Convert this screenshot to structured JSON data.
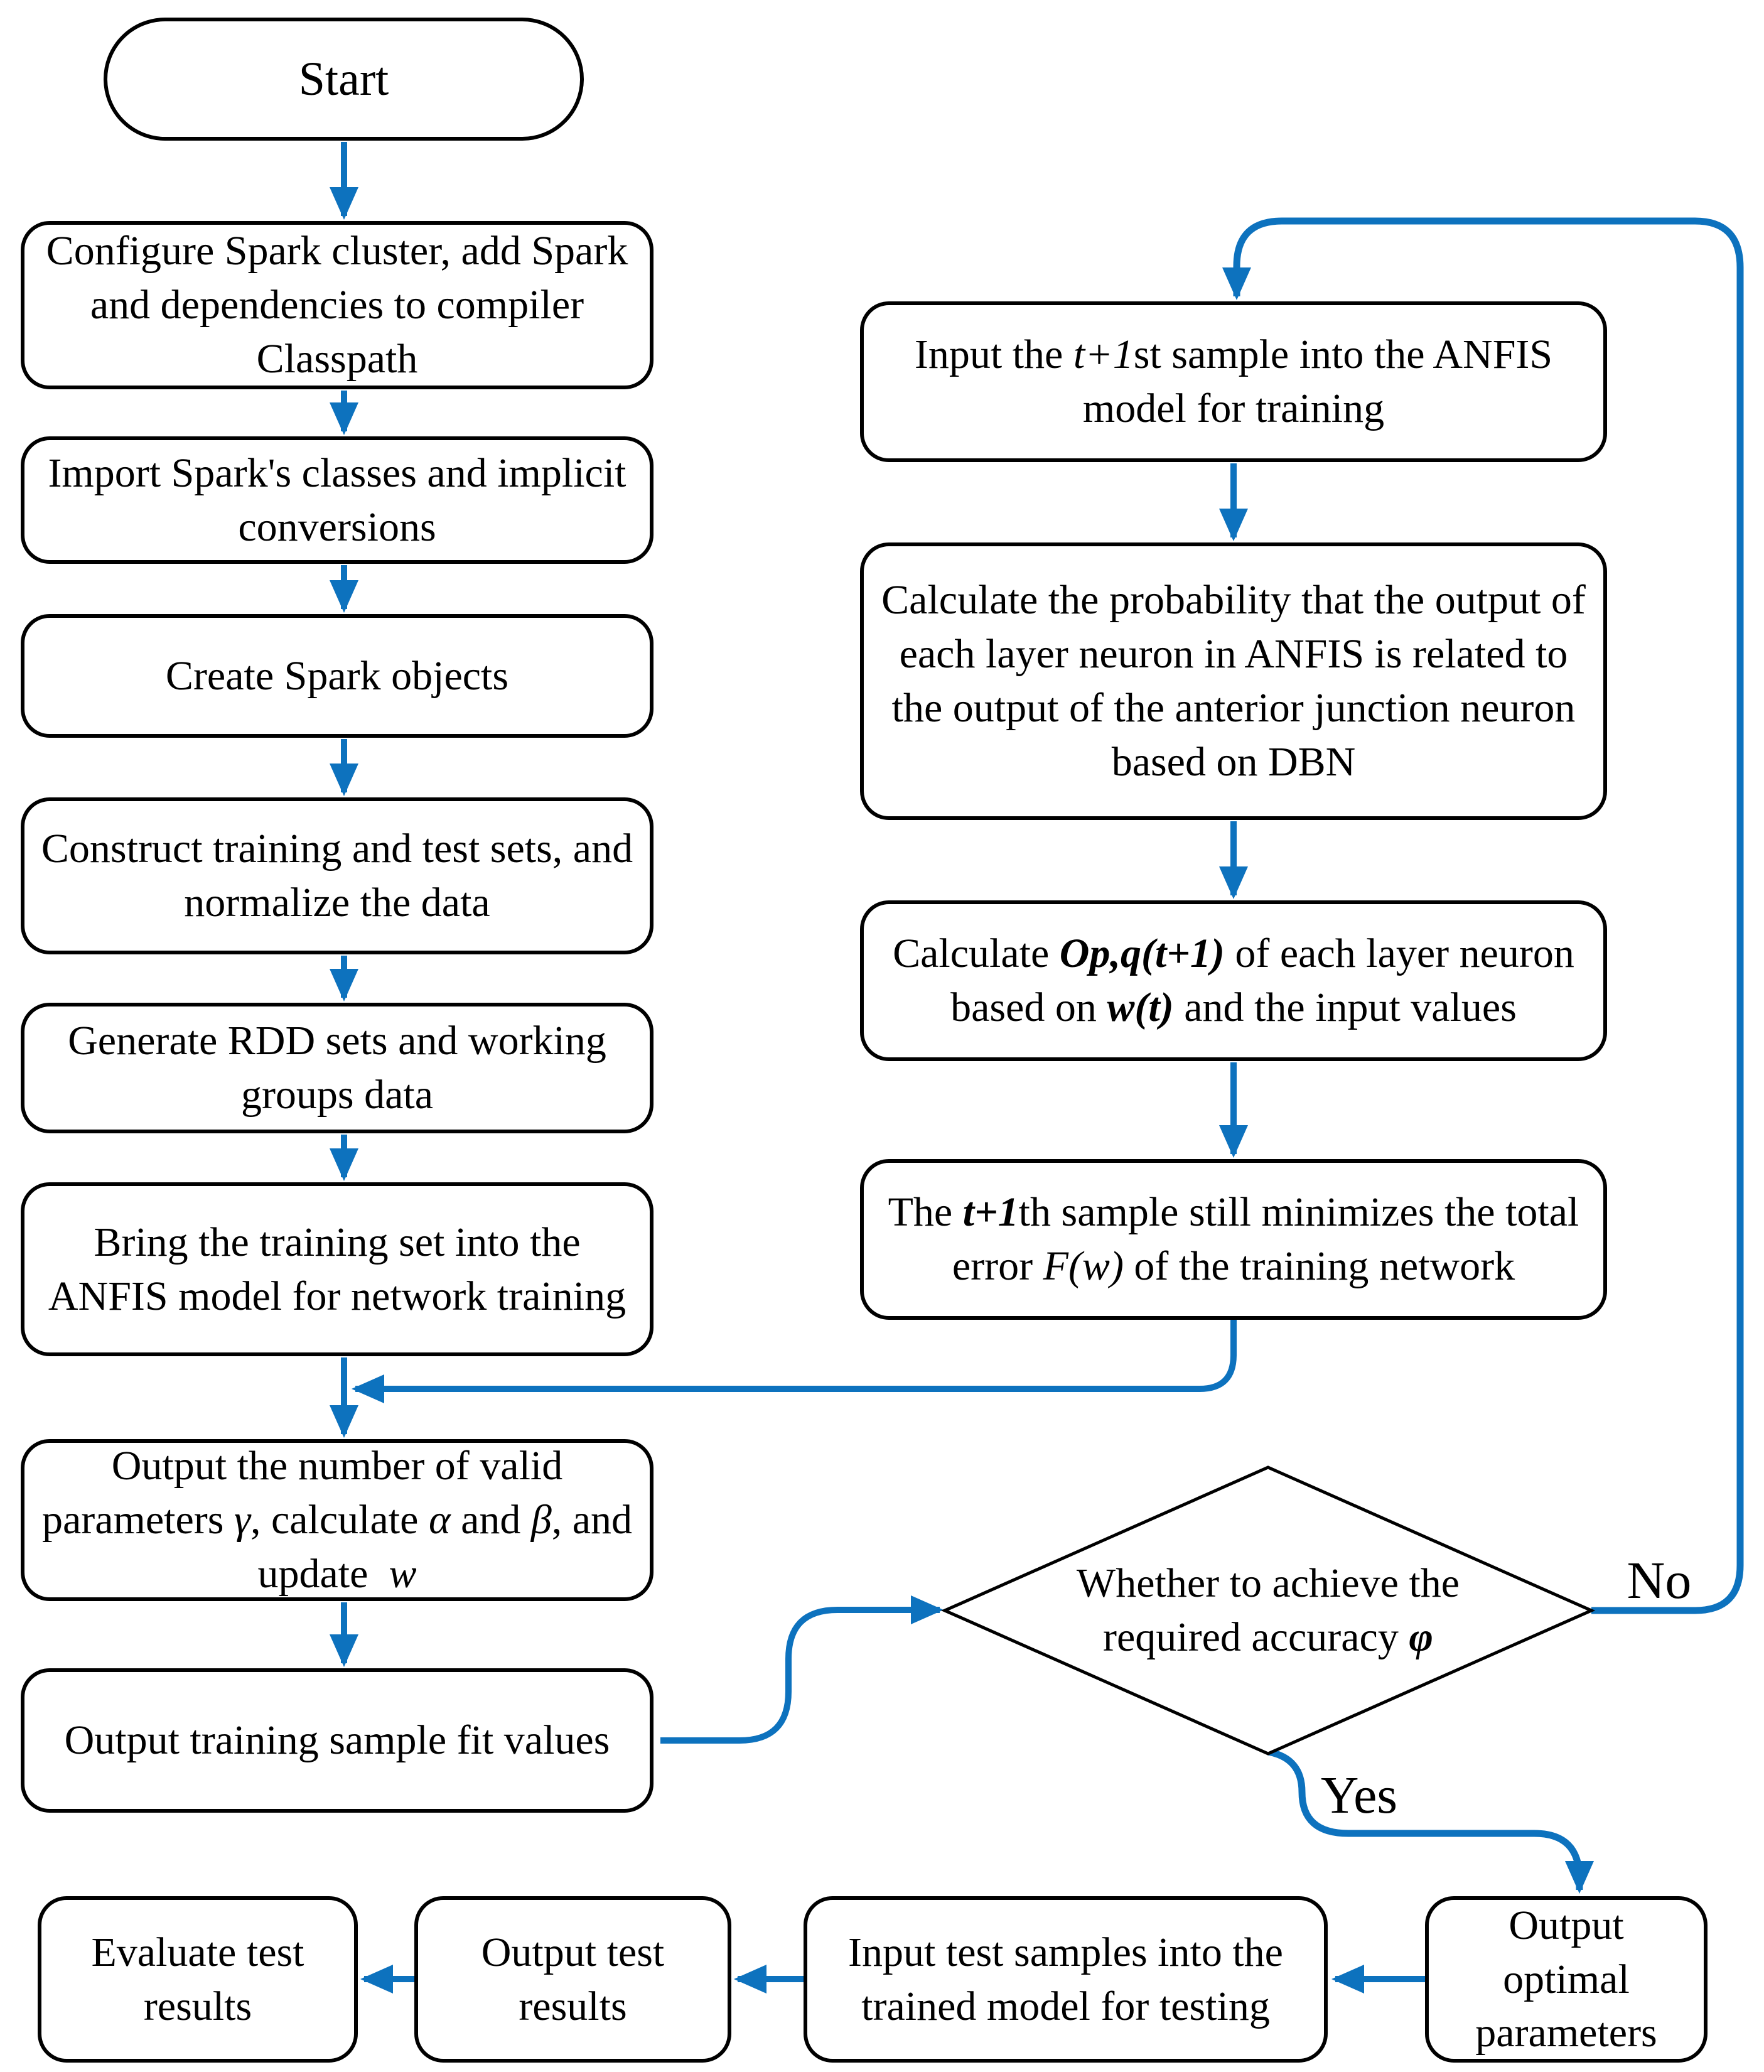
{
  "figure": {
    "type": "flowchart",
    "description": "Spark + DBN-ANFIS training and testing procedure flowchart"
  },
  "colors": {
    "arrow": "#0d72be",
    "node_border": "#000000",
    "node_fill": "#ffffff",
    "text": "#000000"
  },
  "labels": {
    "yes": "Yes",
    "no": "No"
  },
  "nodes": {
    "start": {
      "shape": "terminator",
      "text": "Start"
    },
    "configure": {
      "shape": "process",
      "text": "Configure Spark cluster, add Spark and dependencies to compiler Classpath"
    },
    "import": {
      "shape": "process",
      "text": "Import Spark's classes and implicit conversions"
    },
    "create": {
      "shape": "process",
      "text": "Create Spark objects"
    },
    "construct": {
      "shape": "process",
      "text": "Construct training and test sets, and normalize the data"
    },
    "generate": {
      "shape": "process",
      "text": "Generate RDD sets and working groups data"
    },
    "bring": {
      "shape": "process",
      "text": "Bring the training set into the ANFIS model for network training"
    },
    "valid_params": {
      "shape": "process",
      "text": [
        {
          "t": "Output the number of valid parameters "
        },
        {
          "t": "γ",
          "i": true
        },
        {
          "t": ", calculate "
        },
        {
          "t": "α",
          "i": true
        },
        {
          "t": " and "
        },
        {
          "t": "β",
          "i": true
        },
        {
          "t": ", and update  "
        },
        {
          "t": "w",
          "i": true
        }
      ]
    },
    "fit_values": {
      "shape": "process",
      "text": "Output training sample fit values"
    },
    "input_t1": {
      "shape": "process",
      "text": [
        {
          "t": "Input the "
        },
        {
          "t": "t+1",
          "i": true
        },
        {
          "t": "st sample into the ANFIS model for training"
        }
      ]
    },
    "probability": {
      "shape": "process",
      "text": "Calculate the probability that the output of each layer neuron in ANFIS is related to the output of the anterior junction neuron based on DBN"
    },
    "calc_output": {
      "shape": "process",
      "text": [
        {
          "t": "Calculate "
        },
        {
          "t": "Op,q(t+1)",
          "i": true,
          "b": true
        },
        {
          "t": " of each layer neuron based on "
        },
        {
          "t": "w(t)",
          "i": true,
          "b": true
        },
        {
          "t": " and the input values"
        }
      ]
    },
    "minimize": {
      "shape": "process",
      "text": [
        {
          "t": "The "
        },
        {
          "t": "t+1",
          "i": true,
          "b": true
        },
        {
          "t": "th sample still minimizes the total error "
        },
        {
          "t": "F(w)",
          "i": true
        },
        {
          "t": " of the training network"
        }
      ]
    },
    "decision": {
      "shape": "decision",
      "text": [
        {
          "t": "Whether to achieve the required accuracy "
        },
        {
          "t": "φ",
          "i": true,
          "b": true
        }
      ]
    },
    "optimal": {
      "shape": "process",
      "text": "Output optimal parameters"
    },
    "input_test": {
      "shape": "process",
      "text": "Input test samples into the trained model for testing"
    },
    "output_test": {
      "shape": "process",
      "text": "Output test results"
    },
    "evaluate": {
      "shape": "process",
      "text": "Evaluate test results"
    }
  },
  "edges": [
    {
      "from": "start",
      "to": "configure"
    },
    {
      "from": "configure",
      "to": "import"
    },
    {
      "from": "import",
      "to": "create"
    },
    {
      "from": "create",
      "to": "construct"
    },
    {
      "from": "construct",
      "to": "generate"
    },
    {
      "from": "generate",
      "to": "bring"
    },
    {
      "from": "bring",
      "to": "valid_params"
    },
    {
      "from": "minimize",
      "to": "valid_params"
    },
    {
      "from": "valid_params",
      "to": "fit_values"
    },
    {
      "from": "fit_values",
      "to": "decision"
    },
    {
      "from": "decision",
      "to": "input_t1",
      "label": "No"
    },
    {
      "from": "input_t1",
      "to": "probability"
    },
    {
      "from": "probability",
      "to": "calc_output"
    },
    {
      "from": "calc_output",
      "to": "minimize"
    },
    {
      "from": "decision",
      "to": "optimal",
      "label": "Yes"
    },
    {
      "from": "optimal",
      "to": "input_test"
    },
    {
      "from": "input_test",
      "to": "output_test"
    },
    {
      "from": "output_test",
      "to": "evaluate"
    }
  ]
}
